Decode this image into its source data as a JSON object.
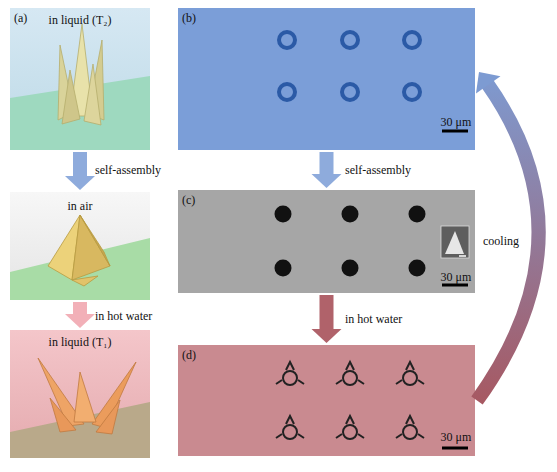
{
  "diagram": {
    "nodes": [
      {
        "text": [
          "(a)",
          "in liquid (T₂)"
        ]
      },
      {
        "text": [
          "in air"
        ]
      },
      {
        "text": [
          "in liquid (T₁)"
        ]
      },
      {
        "text": [
          "(b)",
          "30 μm"
        ]
      },
      {
        "text": [
          "(c)",
          "30 μm"
        ]
      },
      {
        "text": [
          "(d)",
          "30 μm"
        ]
      }
    ],
    "edges": [
      {
        "from": 0,
        "to": 1,
        "arrow": "to",
        "label": "self-assembly"
      },
      {
        "from": 1,
        "to": 2,
        "arrow": "to",
        "label": "in hot water"
      },
      {
        "from": 3,
        "to": 4,
        "arrow": "to",
        "label": "self-assembly"
      },
      {
        "from": 4,
        "to": 5,
        "arrow": "to",
        "label": "in hot water"
      },
      {
        "from": 5,
        "to": 3,
        "arrow": "to",
        "label": "cooling"
      }
    ]
  }
}
